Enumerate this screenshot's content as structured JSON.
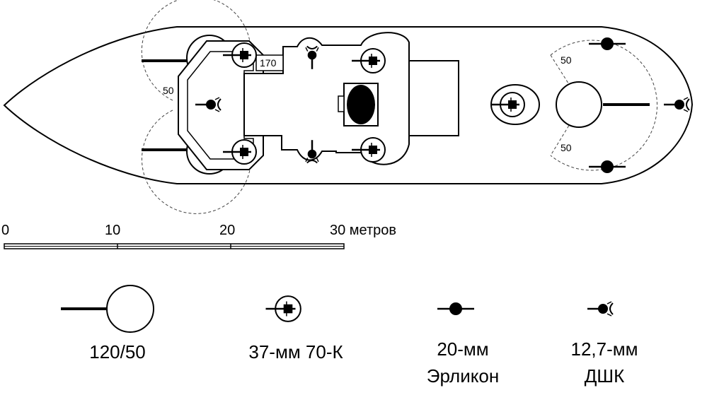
{
  "diagram": {
    "arc_labels": {
      "bow_left": "50",
      "bow_right": "170",
      "stern_top": "50",
      "stern_bottom": "50"
    }
  },
  "scale_bar": {
    "ticks": [
      "0",
      "10",
      "20",
      "30 метров"
    ]
  },
  "legend": [
    {
      "icon": "main-gun-icon",
      "lines": [
        "120/50"
      ]
    },
    {
      "icon": "aa-37mm-icon",
      "lines": [
        "37-мм 70-К"
      ]
    },
    {
      "icon": "oerlikon-icon",
      "lines": [
        "20-мм",
        "Эрликон"
      ]
    },
    {
      "icon": "dshk-icon",
      "lines": [
        "12,7-мм",
        "ДШК"
      ]
    }
  ]
}
